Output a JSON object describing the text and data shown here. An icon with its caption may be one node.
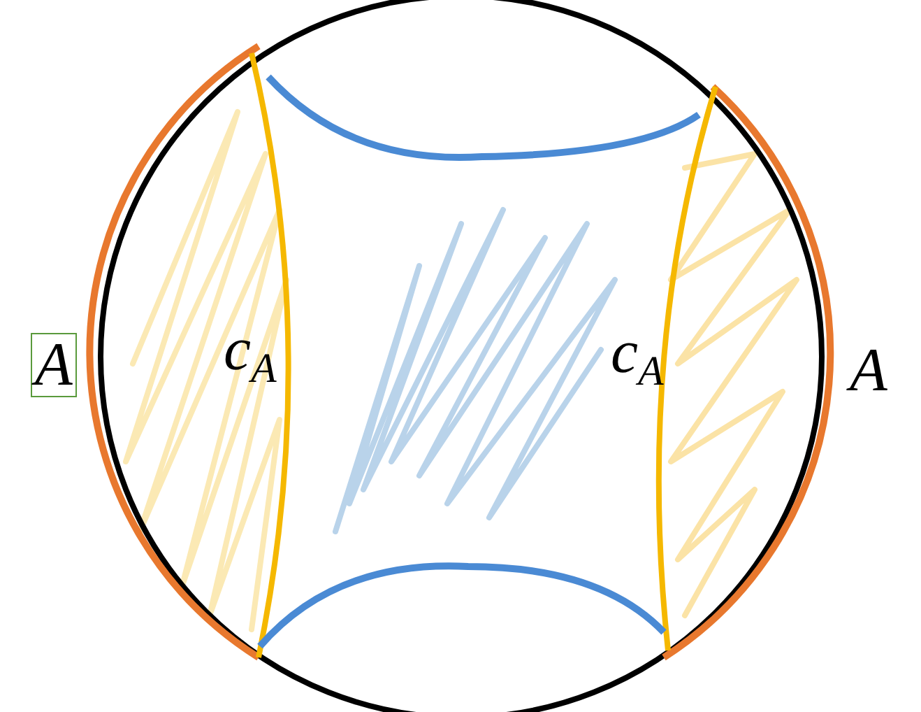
{
  "diagram": {
    "labels": [
      "A",
      "c$_{A}$",
      "c$_{A}$",
      "A"
    ]
  }
}
